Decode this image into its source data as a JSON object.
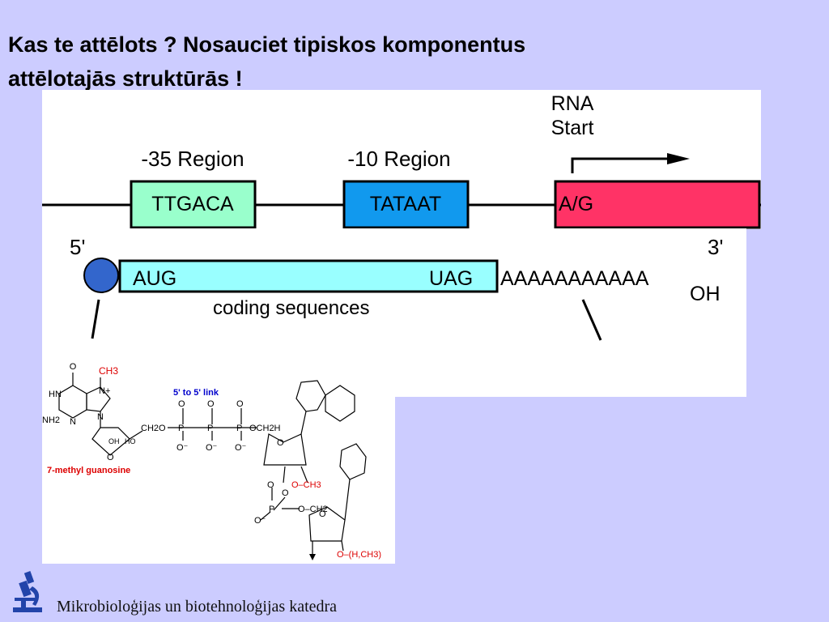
{
  "slide": {
    "title_line1": "Kas te attēlots ? Nosauciet tipiskos komponentus",
    "title_line2": "attēlotajās struktūrās !"
  },
  "promoter": {
    "region35_label": "-35 Region",
    "region35_seq": "TTGACA",
    "region10_label": "-10 Region",
    "region10_seq": "TATAAT",
    "rna_start_line1": "RNA",
    "rna_start_line2": "Start",
    "start_base": "A/G",
    "colors": {
      "region35": "#99ffcc",
      "region10": "#1199ee",
      "start": "#ff3366"
    }
  },
  "mrna": {
    "five_prime": "5'",
    "three_prime": "3'",
    "start_codon": "AUG",
    "stop_codon": "UAG",
    "poly_a": "AAAAAAAAAAA",
    "oh": "OH",
    "coding_label": "coding sequences",
    "colors": {
      "cap": "#3366cc",
      "coding": "#99ffff"
    }
  },
  "cap": {
    "link_label": "5' to 5' link",
    "guanosine_label": "7-methyl guanosine",
    "ch3": "CH3",
    "nplus": "N+",
    "hn": "HN",
    "nh2": "NH2",
    "n": "N",
    "o": "O",
    "o_minus": "O⁻",
    "p": "P",
    "oh": "OH",
    "ho": "HO",
    "ch2o": "CH2O",
    "och2h": "OCH2H",
    "o_ch3": "O–CH3",
    "o_ch2": "O–CH2",
    "o_h_ch3": "O–(H,CH3)",
    "colors": {
      "red": "#dd0000",
      "blue": "#0000cc"
    }
  },
  "footer": {
    "department": "Mikrobioloģijas un biotehnoloģijas katedra"
  }
}
